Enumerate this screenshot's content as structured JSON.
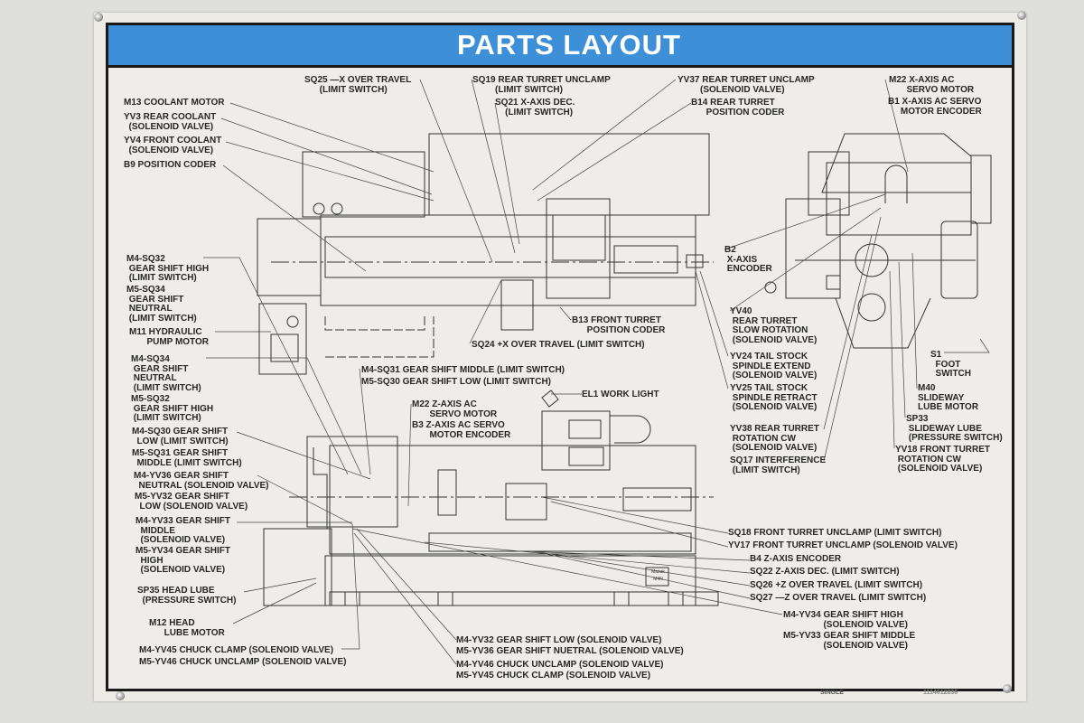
{
  "title": "PARTS LAYOUT",
  "colors": {
    "title_bar": "#3d8fd8",
    "text": "#262626",
    "plate": "#eeede9"
  },
  "labels": {
    "sq25": "SQ25 —X OVER TRAVEL\n      (LIMIT SWITCH)",
    "sq19": "SQ19 REAR TURRET UNCLAMP\n         (LIMIT SWITCH)",
    "sq21": "SQ21 X-AXIS DEC.\n    (LIMIT SWITCH)",
    "yv37": "YV37 REAR TURRET UNCLAMP\n         (SOLENOID VALVE)",
    "b14": "B14 REAR TURRET\n      POSITION CODER",
    "m22x": "M22 X-AXIS AC\n       SERVO MOTOR",
    "b1": "B1 X-AXIS AC SERVO\n     MOTOR ENCODER",
    "m13": "M13 COOLANT MOTOR",
    "yv3": "YV3 REAR COOLANT\n  (SOLENOID VALVE)",
    "yv4": "YV4 FRONT COOLANT\n  (SOLENOID VALVE)",
    "b9": "B9 POSITION CODER",
    "m4sq32": "M4-SQ32\n GEAR SHIFT HIGH\n (LIMIT SWITCH)",
    "m5sq34": "M5-SQ34\n GEAR SHIFT\n NEUTRAL\n (LIMIT SWITCH)",
    "m11": "M11 HYDRAULIC\n       PUMP MOTOR",
    "m4sq34": "M4-SQ34\n GEAR SHIFT\n NEUTRAL\n (LIMIT SWITCH)",
    "m5sq32": "M5-SQ32\n GEAR SHIFT HIGH\n (LIMIT SWITCH)",
    "m4sq30": "M4-SQ30 GEAR SHIFT\n  LOW (LIMIT SWITCH)",
    "m5sq31": "M5-SQ31 GEAR SHIFT\n  MIDDLE (LIMIT SWITCH)",
    "m4yv36": "M4-YV36 GEAR SHIFT\n  NEUTRAL (SOLENOID VALVE)",
    "m5yv32": "M5-YV32 GEAR SHIFT\n  LOW (SOLENOID VALVE)",
    "m4yv33": "M4-YV33 GEAR SHIFT\n  MIDDLE\n  (SOLENOID VALVE)",
    "m5yv34": "M5-YV34 GEAR SHIFT\n  HIGH\n  (SOLENOID VALVE)",
    "sp35": "SP35 HEAD LUBE\n  (PRESSURE SWITCH)",
    "m12": "M12 HEAD\n      LUBE MOTOR",
    "m4yv45": "M4-YV45 CHUCK CLAMP (SOLENOID VALVE)",
    "m5yv46": "M5-YV46 CHUCK UNCLAMP (SOLENOID VALVE)",
    "b13": "B13 FRONT TURRET\n      POSITION CODER",
    "sq24": "SQ24 +X OVER TRAVEL (LIMIT SWITCH)",
    "m4sq31": "M4-SQ31 GEAR SHIFT MIDDLE (LIMIT SWITCH)",
    "m5sq30": "M5-SQ30 GEAR SHIFT LOW (LIMIT SWITCH)",
    "el1": "EL1 WORK LIGHT",
    "m22z": "M22 Z-AXIS AC\n       SERVO MOTOR",
    "b3": "B3 Z-AXIS AC SERVO\n       MOTOR ENCODER",
    "b2": "B2\n X-AXIS\n ENCODER",
    "yv40": "YV40\n REAR TURRET\n SLOW ROTATION\n (SOLENOID VALVE)",
    "yv24": "YV24 TAIL STOCK\n SPINDLE EXTEND\n (SOLENOID VALVE)",
    "yv25": "YV25 TAIL STOCK\n SPINDLE RETRACT\n (SOLENOID VALVE)",
    "yv38": "YV38 REAR TURRET\n ROTATION CW\n (SOLENOID VALVE)",
    "sq17": "SQ17 INTERFERENCE\n (LIMIT SWITCH)",
    "s1": "S1\n  FOOT\n  SWITCH",
    "m40": "M40\nSLIDEWAY\nLUBE MOTOR",
    "sp33": "SP33\n SLIDEWAY LUBE\n (PRESSURE SWITCH)",
    "yv18": "YV18 FRONT TURRET\n ROTATION CW\n (SOLENOID VALVE)",
    "sq18": "SQ18 FRONT TURRET UNCLAMP (LIMIT SWITCH)",
    "yv17": "YV17 FRONT TURRET UNCLAMP (SOLENOID VALVE)",
    "b4": "B4 Z-AXIS ENCODER",
    "sq22": "SQ22 Z-AXIS DEC. (LIMIT SWITCH)",
    "sq26": "SQ26 +Z OVER TRAVEL (LIMIT SWITCH)",
    "sq27": "SQ27 —Z OVER TRAVEL (LIMIT SWITCH)",
    "m4yv34": "M4-YV34 GEAR SHIFT HIGH\n                (SOLENOID VALVE)",
    "m5yv33": "M5-YV33 GEAR SHIFT MIDDLE\n                (SOLENOID VALVE)",
    "m4yv32": "M4-YV32 GEAR SHIFT LOW (SOLENOID VALVE)",
    "m5yv36": "M5-YV36 GEAR SHIFT NUETRAL (SOLENOID VALVE)",
    "m4yv46": "M4-YV46 CHUCK UNCLAMP (SOLENOID VALVE)",
    "m5yv45": "M5-YV45 CHUCK CLAMP (SOLENOID VALVE)"
  },
  "badge": {
    "brand": "Mazak",
    "model": "M4N"
  },
  "footer": {
    "type": "SINGLE",
    "serial": "1114612836"
  }
}
